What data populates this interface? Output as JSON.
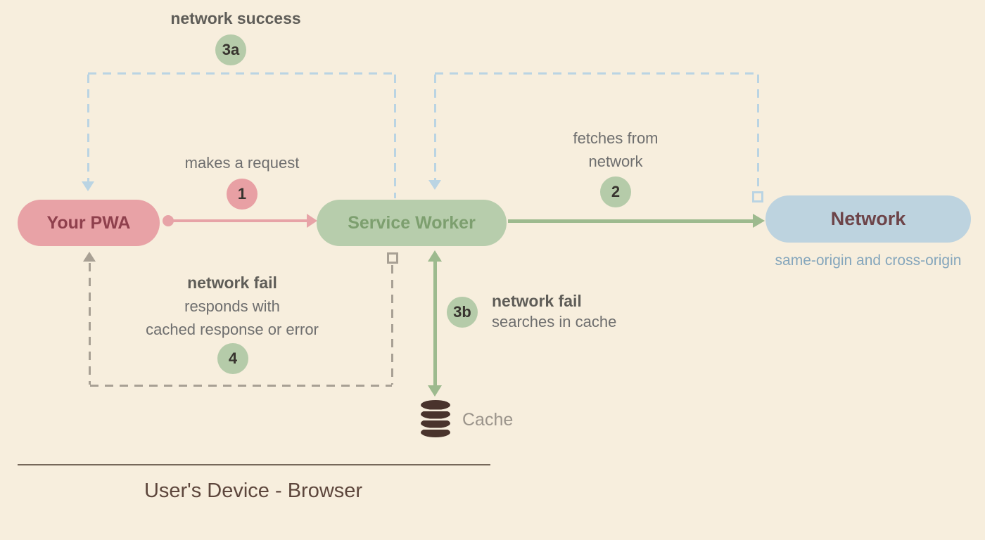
{
  "nodes": {
    "pwa": {
      "label": "Your PWA"
    },
    "service_worker": {
      "label": "Service Worker"
    },
    "network": {
      "label": "Network",
      "subtitle": "same-origin and cross-origin"
    }
  },
  "steps": {
    "step1": {
      "badge": "1",
      "label": "makes a request"
    },
    "step2": {
      "badge": "2",
      "label_line1": "fetches from",
      "label_line2": "network"
    },
    "step3a": {
      "badge": "3a",
      "label": "network success"
    },
    "step3b": {
      "badge": "3b",
      "label_bold": "network fail",
      "label": "searches in cache"
    },
    "step4": {
      "badge": "4",
      "label_bold": "network fail",
      "label_line1": "responds with",
      "label_line2": "cached response or error"
    }
  },
  "cache": {
    "label": "Cache",
    "icon": "database-icon"
  },
  "footer": {
    "label": "User's Device - Browser"
  },
  "colors": {
    "bg": "#f7eedd",
    "pink_pill": "#e8a2a6",
    "pink_text": "#8f404d",
    "green_pill": "#b7cdac",
    "green_text": "#7d9f6f",
    "blue_pill": "#bdd3df",
    "network_text": "#6d4449",
    "blue_dash": "#bad4e3",
    "gray_dash": "#a8a094",
    "green_arrow": "#9dba8e",
    "pink_arrow": "#e7a3a7",
    "badge_green": "#b5cba9",
    "badge_pink": "#e8a0a4",
    "badge_text": "#38342f",
    "gray_label": "#6e6e6e",
    "bold_text": "#5f5d58",
    "subtitle_blue": "#85a6bc",
    "cache_brown": "#49332c",
    "cache_label": "#9b948b",
    "footer_text": "#5d463c",
    "footer_line": "#76685a"
  }
}
